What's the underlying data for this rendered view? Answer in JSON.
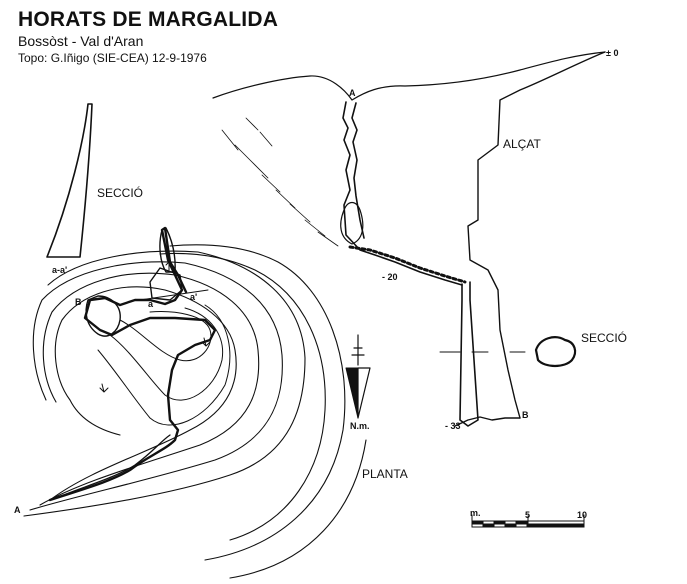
{
  "header": {
    "title": "HORATS DE MARGALIDA",
    "subtitle": "Bossòst - Val d'Aran",
    "survey": "Topo: G.Iñigo  (SIE-CEA)  12-9-1976"
  },
  "labels": {
    "seccio_left": "SECCIÓ",
    "seccio_right": "SECCIÓ",
    "alcat": "ALÇAT",
    "planta": "PLANTA",
    "aa_prime": "a-a'",
    "point_a_plan": "A",
    "point_b_plan": "B",
    "point_a_section": "A",
    "point_b_section": "B",
    "section_a": "a",
    "section_a_prime": "a'",
    "depth_zero": "± 0",
    "depth_20": "- 20",
    "depth_33": "- 33",
    "north": "N.m."
  },
  "scale_bar": {
    "unit": "m.",
    "tick_5": "5",
    "tick_10": "10"
  },
  "colors": {
    "ink": "#111111",
    "background": "#ffffff"
  }
}
